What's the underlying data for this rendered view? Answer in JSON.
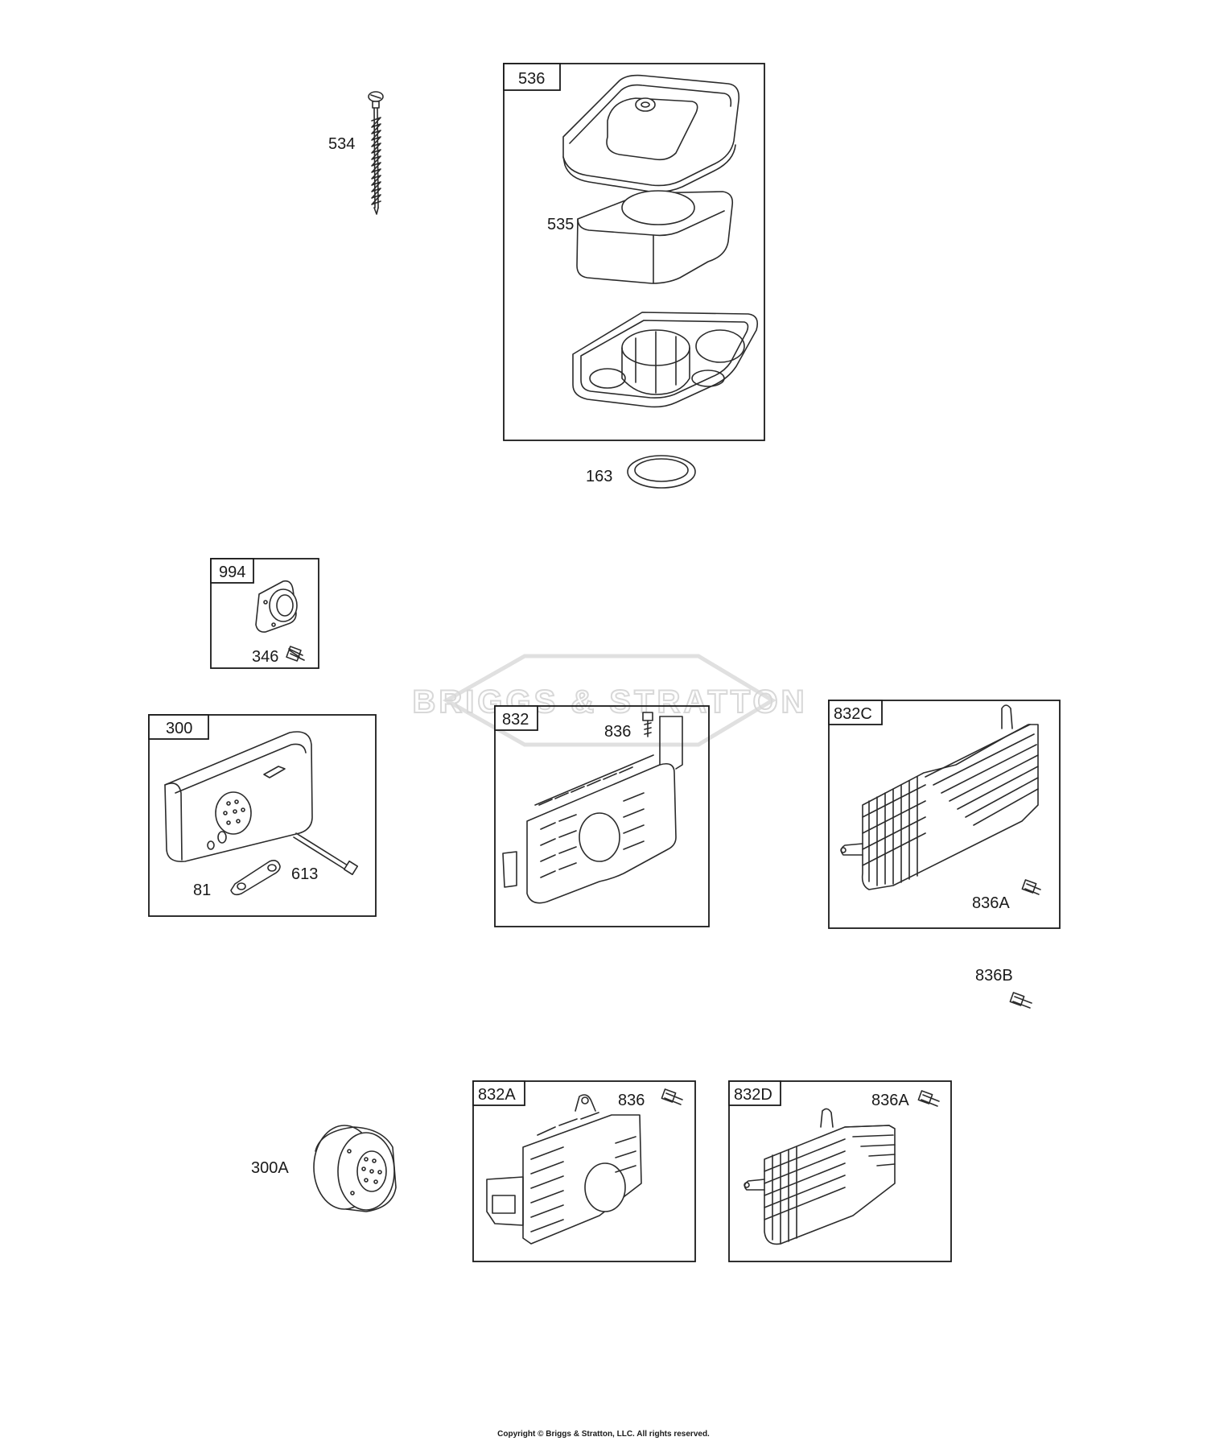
{
  "parts": {
    "p534": "534",
    "p536": "536",
    "p535": "535",
    "p163": "163",
    "p994": "994",
    "p346": "346",
    "p300": "300",
    "p81": "81",
    "p613": "613",
    "p832": "832",
    "p836_top": "836",
    "p832C": "832C",
    "p836A_right": "836A",
    "p836B": "836B",
    "p300A": "300A",
    "p832A": "832A",
    "p836_bottom": "836",
    "p832D": "832D",
    "p836A_bottom": "836A"
  },
  "watermark": "BRIGGS & STRATTON",
  "footer": {
    "copyright": "Copyright © Briggs & Stratton, LLC. All rights reserved."
  },
  "colors": {
    "line": "#2b2b2b",
    "watermark": "#d8d8d8"
  }
}
